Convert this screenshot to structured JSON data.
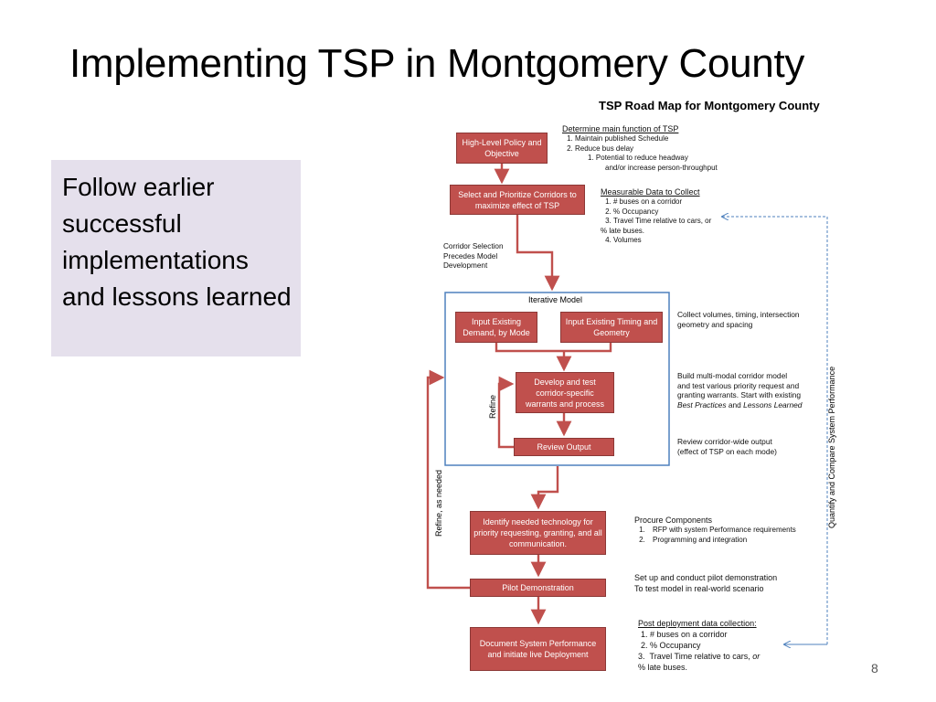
{
  "slide": {
    "title": "Implementing TSP in Montgomery County",
    "callout": "Follow earlier successful implementations and lessons learned",
    "page_number": "8"
  },
  "diagram": {
    "title": "TSP Road Map for Montgomery County",
    "boxes": {
      "policy": "High-Level Policy and Objective",
      "corridors": "Select and Prioritize Corridors to maximize effect of TSP",
      "demand": "Input Existing Demand, by Mode",
      "timing": "Input Existing Timing and Geometry",
      "develop": "Develop and test corridor-specific warrants and process",
      "review": "Review Output",
      "technology": "Identify needed technology for priority requesting, granting, and all communication.",
      "pilot": "Pilot Demonstration",
      "document": "Document System Performance and initiate live Deployment"
    },
    "iterative_model_label": "Iterative Model",
    "labels": {
      "corridor_selection": "Corridor Selection Precedes Model Development",
      "refine": "Refine",
      "refine_as_needed": "Refine, as needed",
      "quantify": "Quantify and Compare System Performance"
    },
    "notes": {
      "main_function": {
        "heading": "Determine main function of TSP",
        "items": [
          "Maintain published Schedule",
          "Reduce bus delay"
        ],
        "subitem_marker": "1.",
        "subitem": "Potential to reduce headway",
        "subitem_cont": "and/or increase person-throughput"
      },
      "measurable": {
        "heading": "Measurable Data to Collect",
        "items": [
          "# buses on a corridor",
          "% Occupancy",
          "Travel Time relative to cars, or",
          "Volumes"
        ],
        "item3_cont": "% late buses."
      },
      "collect": "Collect volumes, timing, intersection geometry and spacing",
      "build": {
        "line1": "Build multi-modal corridor model",
        "line2": "and test various priority request and",
        "line3": "granting warrants. Start with existing",
        "best": "Best Practices",
        "and": " and ",
        "lessons": "Lessons Learned"
      },
      "review_output": {
        "line1": "Review corridor-wide output",
        "line2": "(effect of TSP on each mode)"
      },
      "procure": {
        "heading": "Procure Components",
        "items": [
          "RFP with system Performance requirements",
          "Programming and integration"
        ]
      },
      "pilot_note": {
        "line1": "Set up and conduct pilot demonstration",
        "line2": "To test model in real-world scenario"
      },
      "post": {
        "heading": "Post deployment data collection:",
        "items": [
          "# buses on a corridor",
          "% Occupancy"
        ],
        "item3_marker": "3.",
        "item3": "Travel Time relative to cars, ",
        "item3_or": "or",
        "item3_cont": "% late buses."
      }
    }
  },
  "colors": {
    "box_fill": "#c0504d",
    "arrow": "#c0504d",
    "frame": "#4f81bd",
    "callout_bg": "#e5e0ec"
  }
}
